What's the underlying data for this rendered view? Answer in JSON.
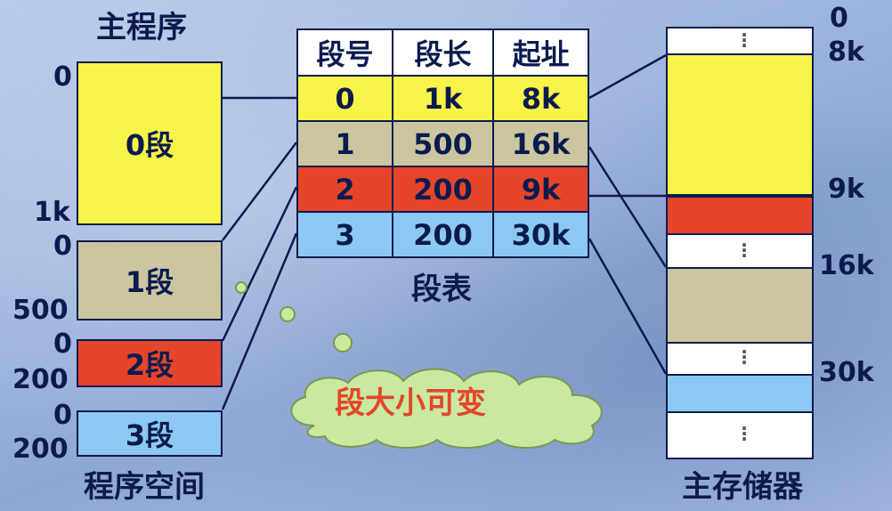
{
  "program": {
    "title": "主程序",
    "space_label": "程序空间",
    "segments": [
      {
        "label": "0段",
        "start": "0",
        "end": "1k",
        "color": "#f7f449"
      },
      {
        "label": "1段",
        "start": "0",
        "end": "500",
        "color": "#cbc6a0"
      },
      {
        "label": "2段",
        "start": "0",
        "end": "200",
        "color": "#e5452a"
      },
      {
        "label": "3段",
        "start": "0",
        "end": "200",
        "color": "#8cc8f2"
      }
    ]
  },
  "segment_table": {
    "caption": "段表",
    "headers": [
      "段号",
      "段长",
      "起址"
    ],
    "rows": [
      [
        "0",
        "1k",
        "8k"
      ],
      [
        "1",
        "500",
        "16k"
      ],
      [
        "2",
        "200",
        "9k"
      ],
      [
        "3",
        "200",
        "30k"
      ]
    ]
  },
  "memory": {
    "title": "主存储器",
    "addresses": [
      "0",
      "8k",
      "9k",
      "16k",
      "30k"
    ]
  },
  "callout": {
    "text": "段大小可变",
    "text_color": "#e5452a",
    "fill_color": "#c9e8a0"
  }
}
